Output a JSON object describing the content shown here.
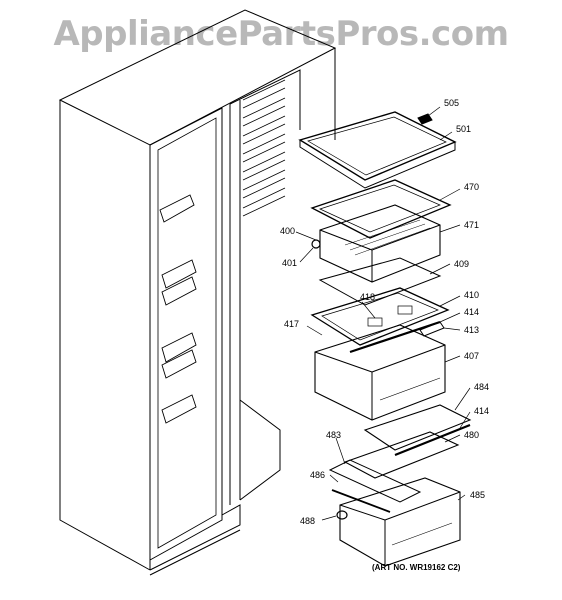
{
  "watermark": "AppliancePartsPros.com",
  "art_number": "(ART NO. WR19162 C2)",
  "parts": {
    "p505": "505",
    "p501": "501",
    "p470": "470",
    "p471": "471",
    "p400": "400",
    "p401": "401",
    "p409": "409",
    "p410": "410",
    "p418": "418",
    "p414a": "414",
    "p417": "417",
    "p413": "413",
    "p407": "407",
    "p484": "484",
    "p414b": "414",
    "p483": "483",
    "p480": "480",
    "p486": "486",
    "p485": "485",
    "p488": "488"
  }
}
